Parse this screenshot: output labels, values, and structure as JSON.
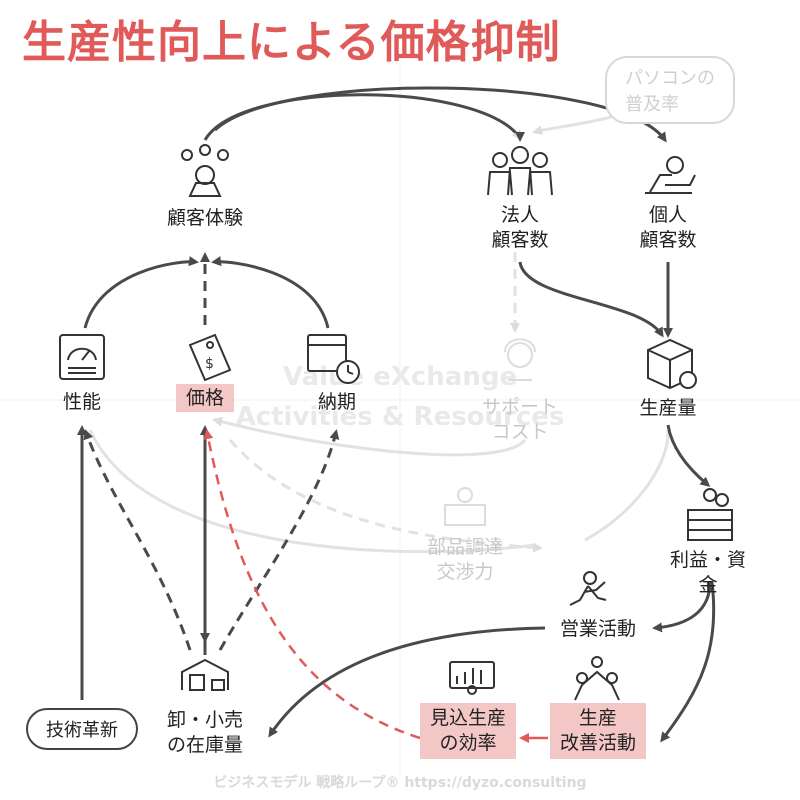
{
  "title": "生産性向上による価格抑制",
  "footer": "ビジネスモデル 戦略ループ® https://dyzo.consulting",
  "watermark": {
    "line1": "Value eXchange",
    "line2": "Activities & Resources"
  },
  "nodes": {
    "customer_experience": "顧客体験",
    "corporate_customers": "法人\n顧客数",
    "individual_customers": "個人\n顧客数",
    "support_cost": "サポート\nコスト",
    "performance": "性能",
    "price": "価格",
    "delivery": "納期",
    "production_volume": "生産量",
    "profit_funds": "利益・資金",
    "parts_negotiation": "部品調達\n交渉力",
    "sales_activity": "営業活動",
    "tech_innovation": "技術革新",
    "inventory": "卸・小売\nの在庫量",
    "forecast_efficiency": "見込生産\nの効率",
    "production_improvement": "生産\n改善活動",
    "pc_penetration": "パソコンの普及率"
  },
  "colors": {
    "title": "#e05a5a",
    "arrow": "#4a4a4a",
    "highlight_arrow": "#e05a5a",
    "highlight_bg": "#f4c7c7",
    "ghost": "#d8d8d8"
  }
}
